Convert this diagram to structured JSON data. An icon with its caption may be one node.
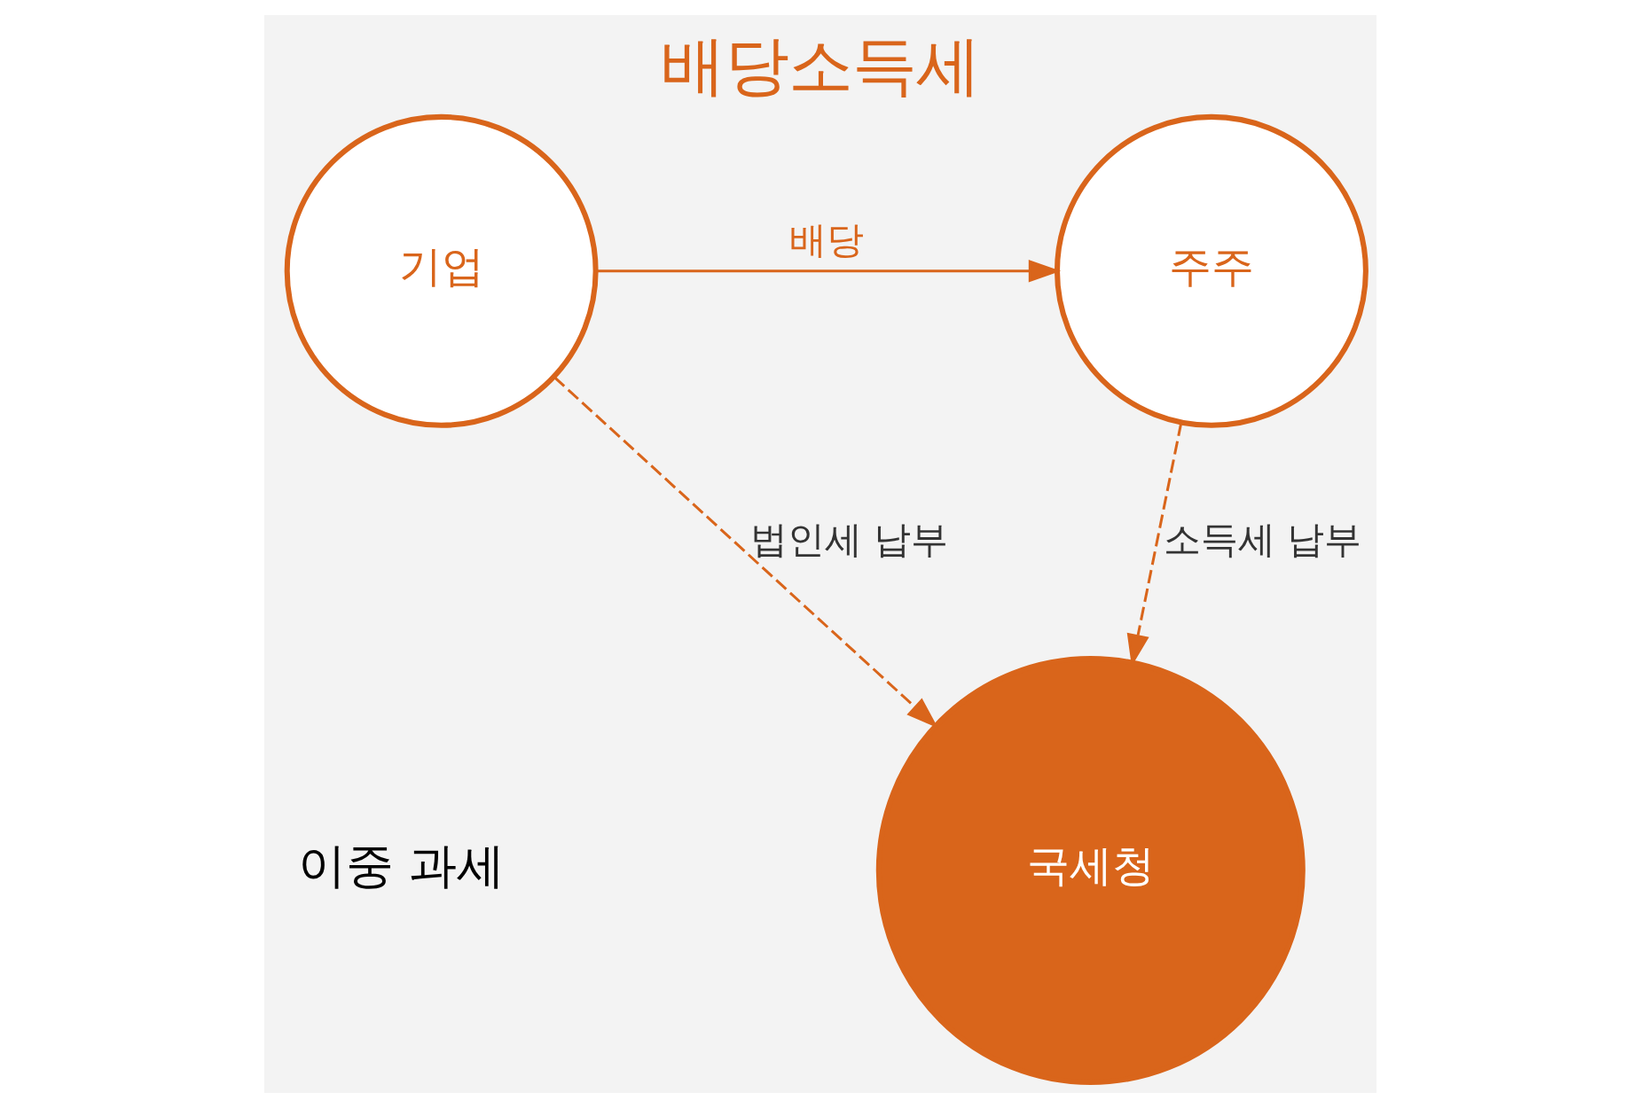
{
  "diagram": {
    "title": "배당소득세",
    "nodes": [
      {
        "text": [
          "기업"
        ]
      },
      {
        "text": [
          "주주"
        ]
      },
      {
        "text": [
          "국세청"
        ]
      }
    ],
    "edges": [
      {
        "from": 0,
        "to": 1,
        "arrow": "to",
        "label": "배당",
        "color": "#d9651b"
      },
      {
        "from": 0,
        "to": 2,
        "arrow": "to",
        "label": "법인세 납부",
        "style": "dashed"
      },
      {
        "from": 1,
        "to": 2,
        "arrow": "to",
        "label": "소득세 납부",
        "style": "dashed"
      }
    ],
    "labels": [
      "이중 과세"
    ]
  }
}
